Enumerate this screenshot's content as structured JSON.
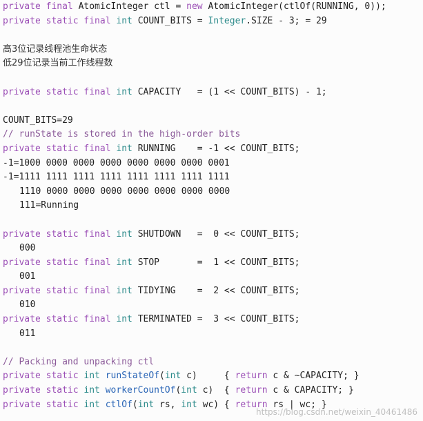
{
  "lines": [
    {
      "kind": "code",
      "parts": [
        [
          "kw",
          "private final "
        ],
        [
          "",
          "AtomicInteger ctl = "
        ],
        [
          "kw",
          "new "
        ],
        [
          "",
          "AtomicInteger(ctlOf(RUNNING, 0));"
        ]
      ]
    },
    {
      "kind": "code",
      "parts": [
        [
          "kw",
          "private static final "
        ],
        [
          "ty",
          "int "
        ],
        [
          "",
          "COUNT_BITS = "
        ],
        [
          "ty",
          "Integer"
        ],
        [
          "",
          ".SIZE - 3; = 29"
        ]
      ]
    },
    {
      "kind": "blank"
    },
    {
      "kind": "cjk",
      "text": "高3位记录线程池生命状态"
    },
    {
      "kind": "cjk",
      "text": "低29位记录当前工作线程数"
    },
    {
      "kind": "blank"
    },
    {
      "kind": "code",
      "parts": [
        [
          "kw",
          "private static final "
        ],
        [
          "ty",
          "int "
        ],
        [
          "",
          "CAPACITY   = (1 << COUNT_BITS) - 1;"
        ]
      ]
    },
    {
      "kind": "blank"
    },
    {
      "kind": "code",
      "parts": [
        [
          "",
          "COUNT_BITS=29"
        ]
      ]
    },
    {
      "kind": "code",
      "parts": [
        [
          "cm",
          "// runState is stored in the high-order bits"
        ]
      ]
    },
    {
      "kind": "code",
      "parts": [
        [
          "kw",
          "private static final "
        ],
        [
          "ty",
          "int "
        ],
        [
          "",
          "RUNNING    = -1 << COUNT_BITS;"
        ]
      ]
    },
    {
      "kind": "code",
      "parts": [
        [
          "",
          "-1=1000 0000 0000 0000 0000 0000 0000 0001"
        ]
      ]
    },
    {
      "kind": "code",
      "parts": [
        [
          "",
          "-1=1111 1111 1111 1111 1111 1111 1111 1111"
        ]
      ]
    },
    {
      "kind": "code",
      "indent": true,
      "parts": [
        [
          "",
          "1110 0000 0000 0000 0000 0000 0000 0000"
        ]
      ]
    },
    {
      "kind": "code",
      "indent": true,
      "parts": [
        [
          "",
          "111=Running"
        ]
      ]
    },
    {
      "kind": "blank"
    },
    {
      "kind": "code",
      "parts": [
        [
          "kw",
          "private static final "
        ],
        [
          "ty",
          "int "
        ],
        [
          "",
          "SHUTDOWN   =  0 << COUNT_BITS;"
        ]
      ]
    },
    {
      "kind": "code",
      "indent": true,
      "parts": [
        [
          "",
          "000"
        ]
      ]
    },
    {
      "kind": "code",
      "parts": [
        [
          "kw",
          "private static final "
        ],
        [
          "ty",
          "int "
        ],
        [
          "",
          "STOP       =  1 << COUNT_BITS;"
        ]
      ]
    },
    {
      "kind": "code",
      "indent": true,
      "parts": [
        [
          "",
          "001"
        ]
      ]
    },
    {
      "kind": "code",
      "parts": [
        [
          "kw",
          "private static final "
        ],
        [
          "ty",
          "int "
        ],
        [
          "",
          "TIDYING    =  2 << COUNT_BITS;"
        ]
      ]
    },
    {
      "kind": "code",
      "indent": true,
      "parts": [
        [
          "",
          "010"
        ]
      ]
    },
    {
      "kind": "code",
      "parts": [
        [
          "kw",
          "private static final "
        ],
        [
          "ty",
          "int "
        ],
        [
          "",
          "TERMINATED =  3 << COUNT_BITS;"
        ]
      ]
    },
    {
      "kind": "code",
      "indent": true,
      "parts": [
        [
          "",
          "011"
        ]
      ]
    },
    {
      "kind": "blank"
    },
    {
      "kind": "code",
      "parts": [
        [
          "cm",
          "// Packing and unpacking ctl"
        ]
      ]
    },
    {
      "kind": "code",
      "parts": [
        [
          "kw",
          "private static "
        ],
        [
          "ty",
          "int "
        ],
        [
          "fn",
          "runStateOf"
        ],
        [
          "",
          "("
        ],
        [
          "ty",
          "int "
        ],
        [
          "",
          "c)     { "
        ],
        [
          "kw",
          "return "
        ],
        [
          "",
          "c & ~CAPACITY; }"
        ]
      ]
    },
    {
      "kind": "code",
      "parts": [
        [
          "kw",
          "private static "
        ],
        [
          "ty",
          "int "
        ],
        [
          "fn",
          "workerCountOf"
        ],
        [
          "",
          "("
        ],
        [
          "ty",
          "int "
        ],
        [
          "",
          "c)  { "
        ],
        [
          "kw",
          "return "
        ],
        [
          "",
          "c & CAPACITY; }"
        ]
      ]
    },
    {
      "kind": "code",
      "parts": [
        [
          "kw",
          "private static "
        ],
        [
          "ty",
          "int "
        ],
        [
          "fn",
          "ctlOf"
        ],
        [
          "",
          "("
        ],
        [
          "ty",
          "int "
        ],
        [
          "",
          "rs, "
        ],
        [
          "ty",
          "int "
        ],
        [
          "",
          "wc) { "
        ],
        [
          "kw",
          "return "
        ],
        [
          "",
          "rs | wc; }"
        ]
      ]
    }
  ],
  "watermark": "https://blog.csdn.net/weixin_40461486"
}
